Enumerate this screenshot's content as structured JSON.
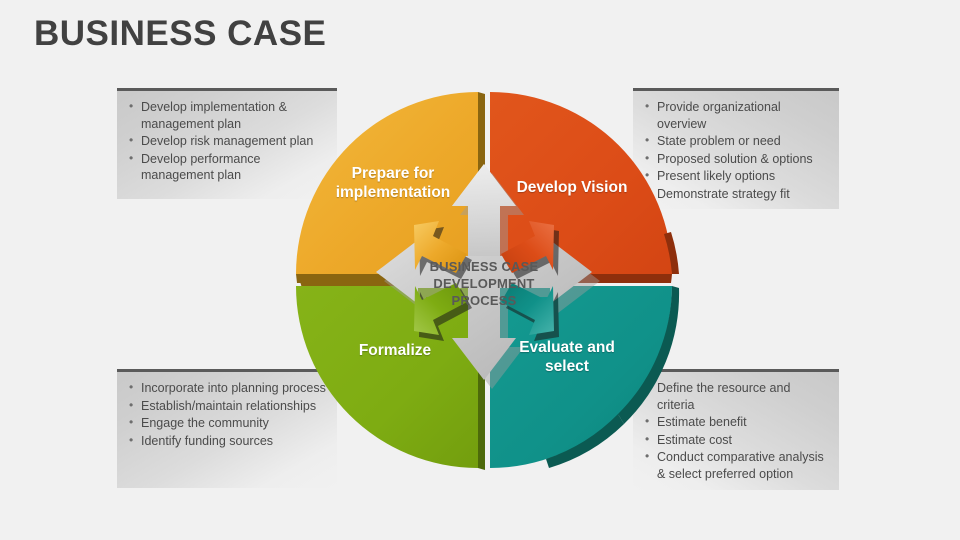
{
  "slide": {
    "title": "BUSINESS CASE",
    "background_color": "#f1f1f1",
    "title_color": "#414141"
  },
  "center": {
    "line1": "BUSINESS CASE",
    "line2": "DEVELOPMENT",
    "line3": "PROCESS",
    "color": "#595959",
    "shape_color": "#c9c9c9"
  },
  "quadrants": [
    {
      "id": "prepare",
      "label": "Prepare for\nimplementation",
      "label_line1": "Prepare for",
      "label_line2": "implementation",
      "color": "#EFAB2B",
      "shadow_color": "#8a6510",
      "position": "top-left"
    },
    {
      "id": "vision",
      "label": "Develop Vision",
      "label_line1": "Develop Vision",
      "label_line2": "",
      "color": "#DD4E18",
      "shadow_color": "#8e2f0c",
      "position": "top-right"
    },
    {
      "id": "formalize",
      "label": "Formalize",
      "label_line1": "Formalize",
      "label_line2": "",
      "color": "#7EAC12",
      "shadow_color": "#4d6a0a",
      "position": "bottom-left"
    },
    {
      "id": "evaluate",
      "label": "Evaluate and\nselect",
      "label_line1": "Evaluate and",
      "label_line2": "select",
      "color": "#109189",
      "shadow_color": "#0b5a52",
      "position": "bottom-right"
    }
  ],
  "callouts": {
    "top_left": {
      "items": [
        "Develop implementation & management  plan",
        "Develop risk management plan",
        "Develop performance management plan"
      ]
    },
    "top_right": {
      "items": [
        "Provide organizational overview",
        "State problem or need",
        "Proposed solution & options",
        "Present likely options",
        "Demonstrate strategy fit"
      ]
    },
    "bottom_left": {
      "items": [
        "Incorporate into planning process",
        "Establish/maintain relationships",
        "Engage the community",
        "Identify funding sources"
      ]
    },
    "bottom_right": {
      "items": [
        "Define the resource and criteria",
        "Estimate benefit",
        "Estimate cost",
        "Conduct comparative analysis & select preferred option"
      ]
    }
  }
}
